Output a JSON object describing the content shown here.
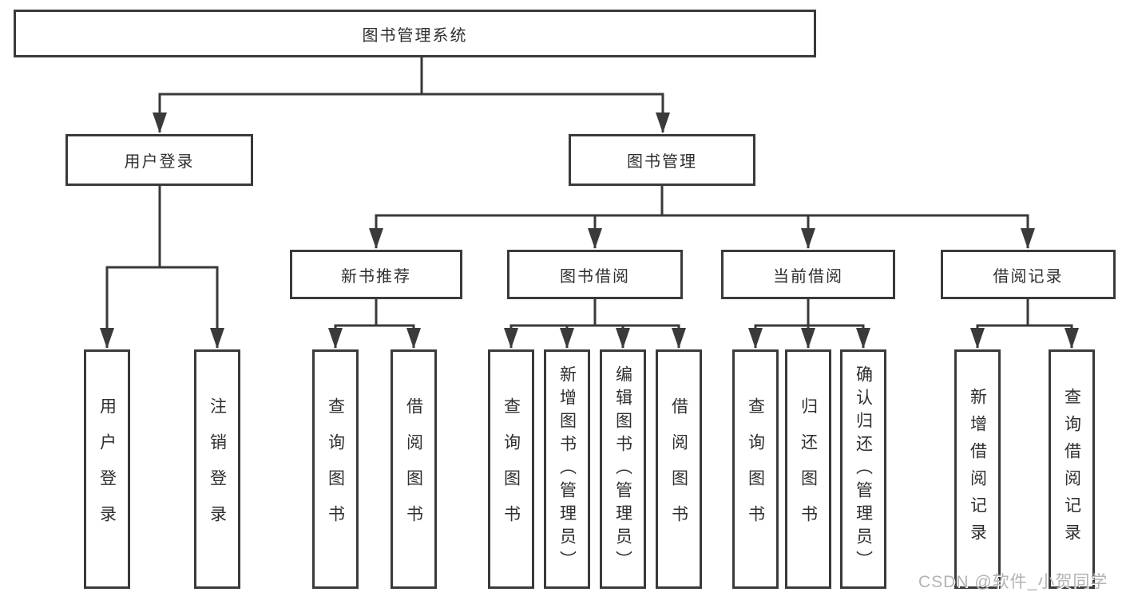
{
  "diagram": {
    "tree": {
      "root": {
        "label": "图书管理系统"
      },
      "branches": [
        {
          "label": "用户登录",
          "children": [
            {
              "label": "用户登录"
            },
            {
              "label": "注销登录"
            }
          ]
        },
        {
          "label": "图书管理",
          "children": [
            {
              "label": "新书推荐",
              "children": [
                {
                  "label": "查询图书"
                },
                {
                  "label": "借阅图书"
                }
              ]
            },
            {
              "label": "图书借阅",
              "children": [
                {
                  "label": "查询图书"
                },
                {
                  "label": "新增图书（管理员）"
                },
                {
                  "label": "编辑图书（管理员）"
                },
                {
                  "label": "借阅图书"
                }
              ]
            },
            {
              "label": "当前借阅",
              "children": [
                {
                  "label": "查询图书"
                },
                {
                  "label": "归还图书"
                },
                {
                  "label": "确认归还（管理员）"
                }
              ]
            },
            {
              "label": "借阅记录",
              "children": [
                {
                  "label": "新增借阅记录"
                },
                {
                  "label": "查询借阅记录"
                }
              ]
            }
          ]
        }
      ]
    },
    "watermark": "CSDN @软件_小贺同学",
    "colors": {
      "line": "#3a3a3a",
      "text": "#2f2f2f",
      "background": "#ffffff",
      "watermark": "#b3b3b3"
    }
  }
}
